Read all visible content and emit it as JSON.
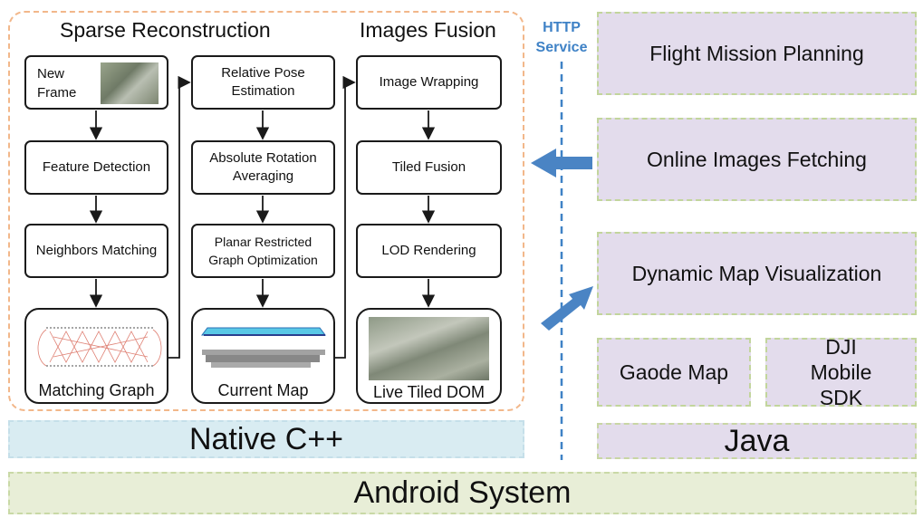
{
  "sections": {
    "sparse_title": "Sparse Reconstruction",
    "fusion_title": "Images Fusion"
  },
  "nodes": {
    "new_frame": "New Frame",
    "feature_detection": "Feature Detection",
    "neighbors_matching": "Neighbors Matching",
    "matching_graph": "Matching Graph",
    "relative_pose": "Relative Pose Estimation",
    "absolute_rotation": "Absolute Rotation Averaging",
    "planar_restricted": "Planar Restricted Graph Optimization",
    "current_map": "Current Map",
    "image_wrapping": "Image Wrapping",
    "tiled_fusion": "Tiled Fusion",
    "lod_rendering": "LOD Rendering",
    "live_tiled_dom": "Live Tiled DOM"
  },
  "layers": {
    "native": "Native C++",
    "android": "Android System",
    "java": "Java"
  },
  "http": {
    "line1": "HTTP",
    "line2": "Service"
  },
  "java_modules": {
    "flight": "Flight Mission Planning",
    "online": "Online Images Fetching",
    "dynamic": "Dynamic Map Visualization",
    "gaode": "Gaode Map",
    "dji": "DJI Mobile SDK"
  },
  "colors": {
    "outer_border": "#f2b78a",
    "native_fill": "#d9ecf2",
    "android_fill": "#e8eed7",
    "java_fill": "#e3dcec",
    "http_blue": "#3f82c6",
    "arrow_blue": "#4a84c4"
  }
}
